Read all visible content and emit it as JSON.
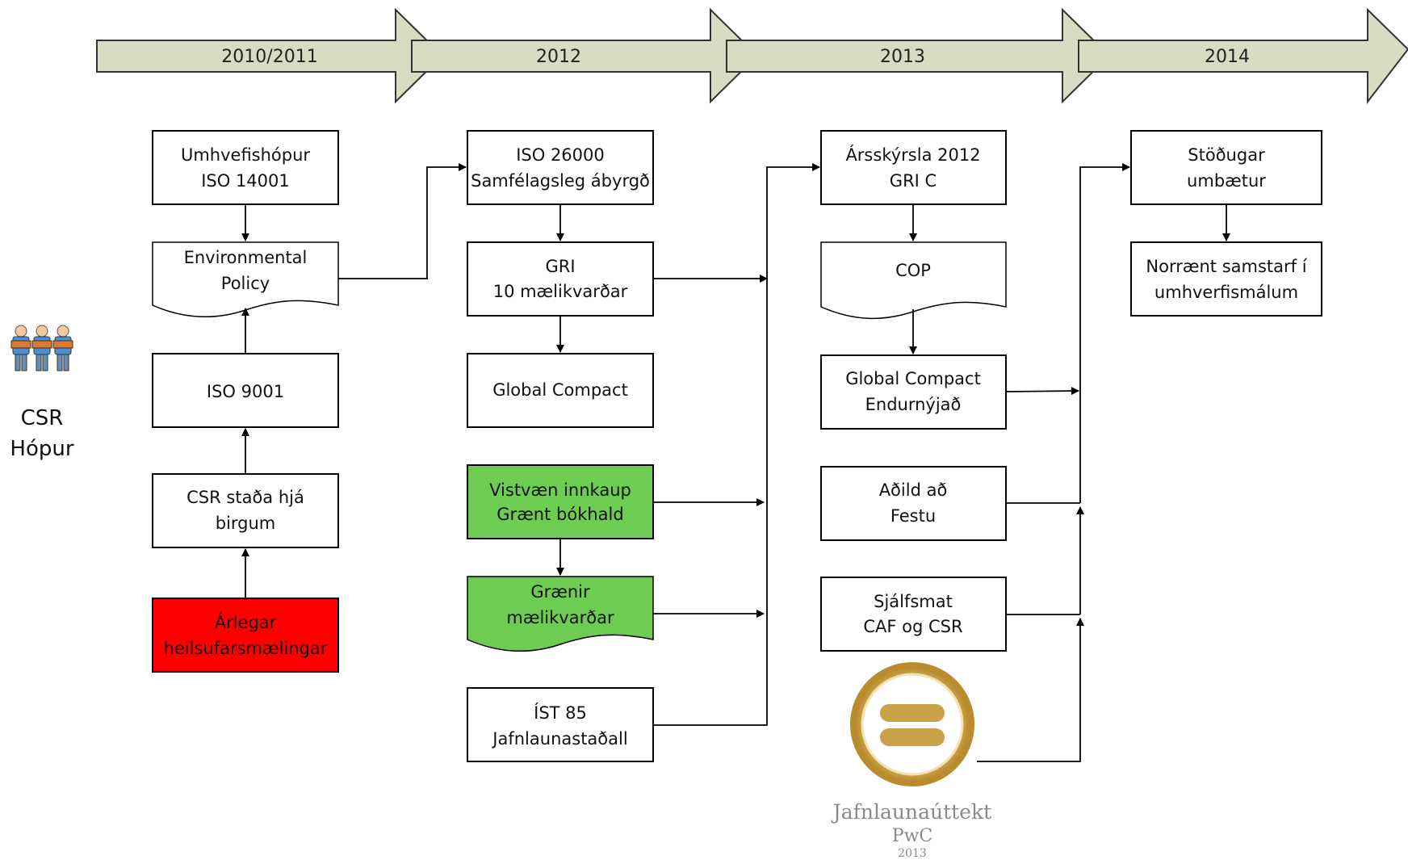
{
  "timeline": {
    "years": [
      "2010/2011",
      "2012",
      "2013",
      "2014"
    ],
    "arrow_fill": "#d8dcc3",
    "arrow_stroke": "#333333"
  },
  "side": {
    "label_line1": "CSR",
    "label_line2": "Hópur",
    "icon": "people-group-icon"
  },
  "boxes": {
    "umhverfishopur": [
      "Umhvefishópur",
      "ISO 14001"
    ],
    "env_policy": [
      "Environmental",
      "Policy"
    ],
    "iso9001": [
      "ISO 9001"
    ],
    "csr_birgum": [
      "CSR staða hjá",
      "birgum"
    ],
    "arlegar": [
      "Árlegar",
      "heilsufarsmælingar"
    ],
    "iso26000": [
      "ISO 26000",
      "Samfélagsleg ábyrgð"
    ],
    "gri10": [
      "GRI",
      "10 mælikvarðar"
    ],
    "gc2012": [
      "Global Compact"
    ],
    "vistvaen": [
      "Vistvæn innkaup",
      "Grænt bókhald"
    ],
    "graenir": [
      "Grænir",
      "mælikvarðar"
    ],
    "ist85": [
      "ÍST 85",
      "Jafnlaunastaðall"
    ],
    "arsskyrsla": [
      "Ársskýrsla 2012",
      "GRI  C"
    ],
    "cop": [
      "COP"
    ],
    "gc_endurnyjad": [
      "Global Compact",
      "Endurnýjað"
    ],
    "festa": [
      "Aðild að",
      "Festu"
    ],
    "sjalfsmat": [
      "Sjálfsmat",
      "CAF og CSR"
    ],
    "stodugar": [
      "Stöðugar",
      "umbætur"
    ],
    "norraent": [
      "Norrænt samstarf í",
      "umhverfismálum"
    ]
  },
  "logo": {
    "line1": "Jafnlaunaúttekt",
    "line2": "PwC",
    "line3": "2013",
    "ring_color": "#c9a24a"
  },
  "colors": {
    "green": "#6dcc51",
    "red": "#ff0000"
  }
}
